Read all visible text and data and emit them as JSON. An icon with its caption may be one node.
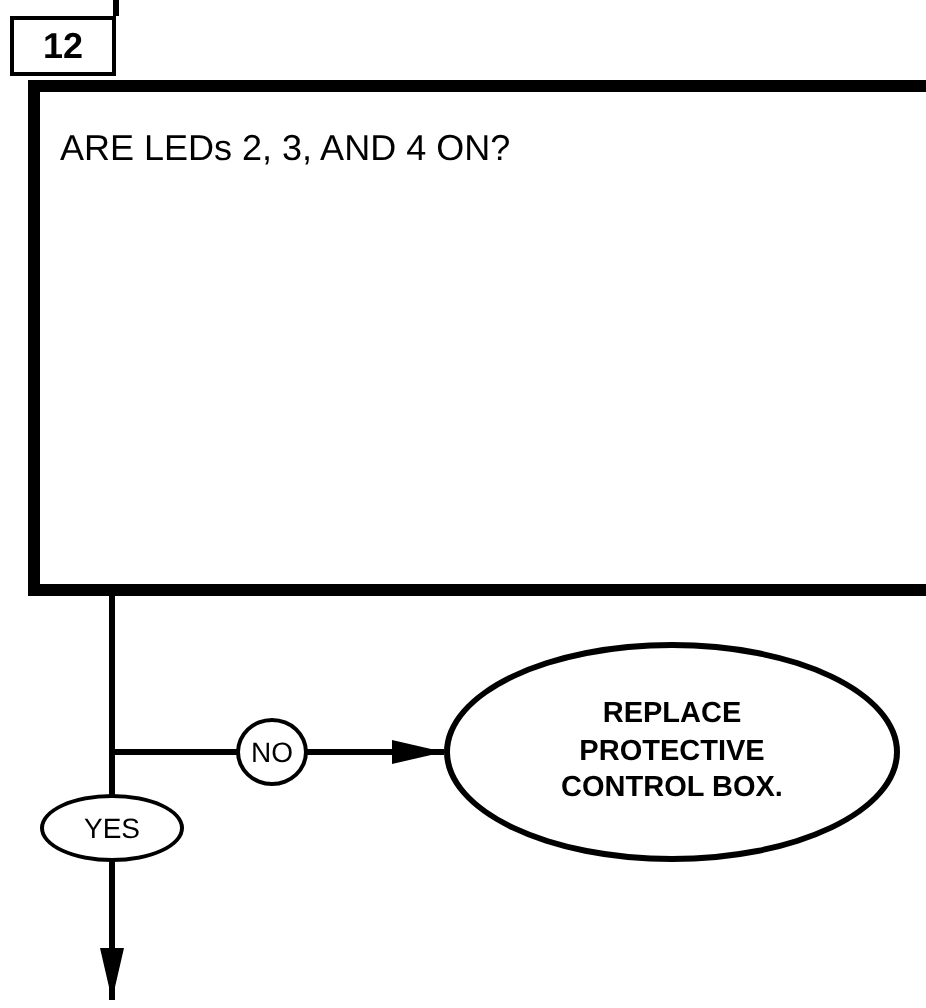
{
  "diagram": {
    "nodes": [
      {
        "text": [
          "12"
        ]
      },
      {
        "text": [
          "ARE LEDs 2, 3, AND 4 ON?"
        ]
      },
      {
        "text": [
          "REPLACE PROTECTIVE CONTROL BOX."
        ]
      }
    ],
    "edges": [
      {
        "from": null,
        "to": 0,
        "arrow": "none"
      },
      {
        "from": 1,
        "to": 2,
        "label": "NO",
        "arrow": "to"
      },
      {
        "from": 1,
        "to": null,
        "label": "YES",
        "arrow": "to"
      }
    ]
  }
}
